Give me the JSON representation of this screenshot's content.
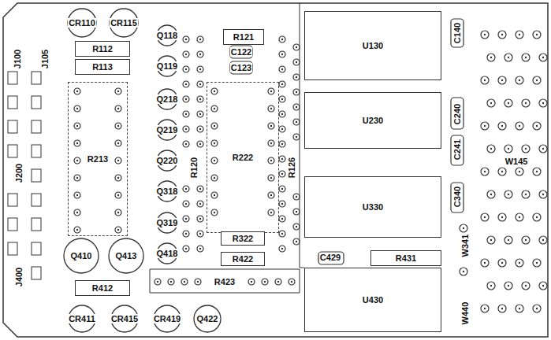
{
  "diagram": {
    "nodes": [
      {
        "text": [
          "U130"
        ]
      },
      {
        "text": [
          "R121"
        ]
      },
      {
        "text": [
          "R112"
        ]
      },
      {
        "text": [
          "R113"
        ]
      },
      {
        "text": [
          "R213"
        ]
      },
      {
        "text": [
          "R222"
        ]
      },
      {
        "text": [
          "U230"
        ]
      },
      {
        "text": [
          "U330"
        ]
      },
      {
        "text": [
          "R322"
        ]
      },
      {
        "text": [
          "R431"
        ]
      },
      {
        "text": [
          "R422"
        ]
      },
      {
        "text": [
          "U430"
        ]
      },
      {
        "text": [
          "R412"
        ]
      }
    ],
    "labels": [
      "CR110",
      "CR115",
      "Q118",
      "C122",
      "C123",
      "Q119",
      "J100",
      "J105",
      "Q218",
      "Q219",
      "Q220",
      "Q318",
      "Q319",
      "Q418",
      "R120",
      "R126",
      "J200",
      "J400",
      "Q410",
      "Q413",
      "R423",
      "C429",
      "CR411",
      "CR415",
      "CR419",
      "Q422",
      "C140",
      "C240",
      "C241",
      "C340",
      "W145",
      "W341",
      "W440"
    ]
  }
}
